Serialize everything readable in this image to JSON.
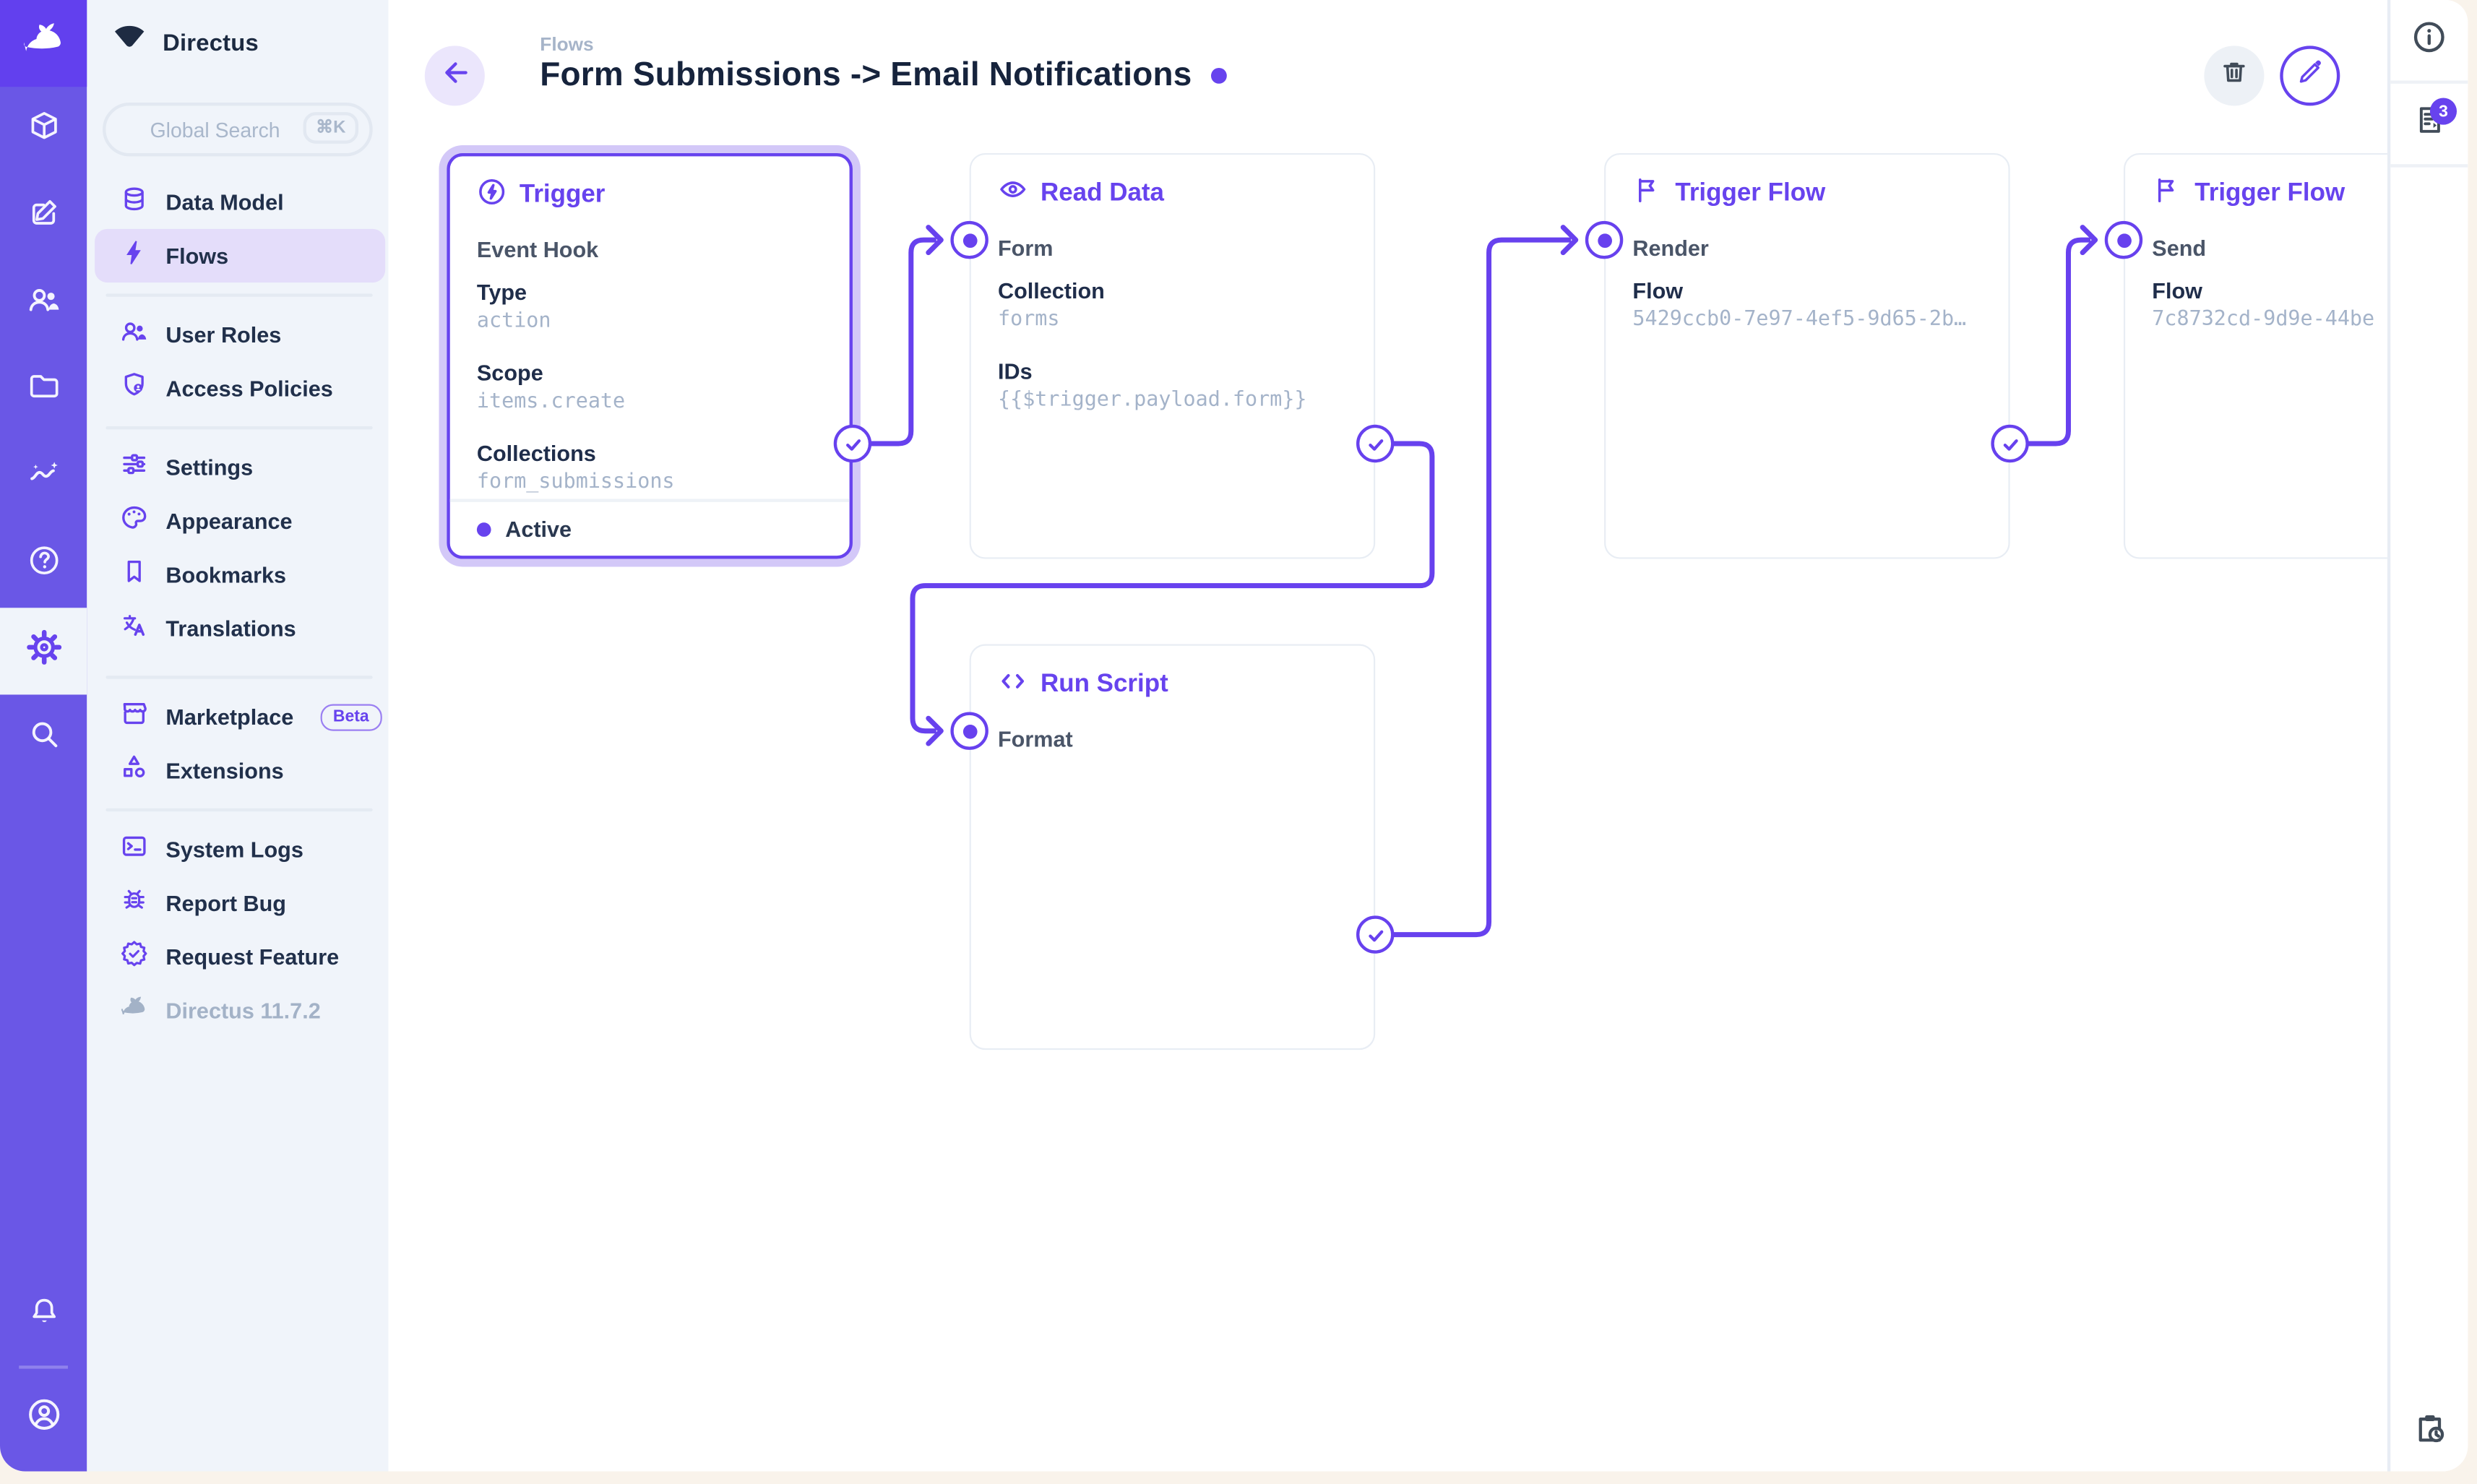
{
  "accent": "#6743ee",
  "modulebar": {
    "logo_icon": "directus-rabbit-icon",
    "items": [
      {
        "icon": "box-icon"
      },
      {
        "icon": "edit-icon"
      },
      {
        "icon": "people-icon"
      },
      {
        "icon": "folder-icon"
      },
      {
        "icon": "insights-icon"
      },
      {
        "icon": "help-icon"
      },
      {
        "icon": "settings-gear-icon",
        "active": true
      },
      {
        "icon": "search-icon"
      }
    ],
    "bottom": [
      {
        "icon": "bell-icon"
      },
      {
        "icon": "avatar-icon"
      }
    ]
  },
  "sidebar": {
    "project_name": "Directus",
    "search": {
      "placeholder": "Global Search",
      "shortcut": "⌘K"
    },
    "sections": [
      {
        "items": [
          {
            "label": "Data Model",
            "icon": "database-icon"
          },
          {
            "label": "Flows",
            "icon": "bolt-icon",
            "active": true
          }
        ]
      },
      {
        "items": [
          {
            "label": "User Roles",
            "icon": "users-icon"
          },
          {
            "label": "Access Policies",
            "icon": "shield-user-icon"
          }
        ]
      },
      {
        "items": [
          {
            "label": "Settings",
            "icon": "sliders-icon"
          },
          {
            "label": "Appearance",
            "icon": "palette-icon"
          },
          {
            "label": "Bookmarks",
            "icon": "bookmark-icon"
          },
          {
            "label": "Translations",
            "icon": "translate-icon"
          }
        ]
      },
      {
        "items": [
          {
            "label": "Marketplace",
            "icon": "storefront-icon",
            "badge": "Beta"
          },
          {
            "label": "Extensions",
            "icon": "extension-icon"
          }
        ]
      },
      {
        "items": [
          {
            "label": "System Logs",
            "icon": "terminal-icon"
          },
          {
            "label": "Report Bug",
            "icon": "bug-icon"
          },
          {
            "label": "Request Feature",
            "icon": "feature-badge-icon"
          }
        ]
      }
    ],
    "version": "Directus 11.7.2"
  },
  "header": {
    "breadcrumb": "Flows",
    "title": "Form Submissions -> Email Notifications"
  },
  "rail": {
    "notifications_count": "3"
  },
  "canvas": {
    "panels": [
      {
        "title": "Trigger",
        "icon": "bolt-circle-icon",
        "option": "Event Hook",
        "fields": [
          {
            "label": "Type",
            "value": "action"
          },
          {
            "label": "Scope",
            "value": "items.create"
          },
          {
            "label": "Collections",
            "value": "form_submissions"
          }
        ],
        "status": "Active"
      },
      {
        "title": "Read Data",
        "icon": "eye-icon",
        "option": "Form",
        "fields": [
          {
            "label": "Collection",
            "value": "forms"
          },
          {
            "label": "IDs",
            "value": "{{$trigger.payload.form}}"
          }
        ]
      },
      {
        "title": "Trigger Flow",
        "icon": "flag-icon",
        "option": "Render",
        "fields": [
          {
            "label": "Flow",
            "value": "5429ccb0-7e97-4ef5-9d65-2b…"
          }
        ]
      },
      {
        "title": "Trigger Flow",
        "icon": "flag-icon",
        "option": "Send",
        "fields": [
          {
            "label": "Flow",
            "value": "7c8732cd-9d9e-44be"
          }
        ]
      },
      {
        "title": "Run Script",
        "icon": "code-icon",
        "option": "Format",
        "fields": []
      }
    ]
  }
}
